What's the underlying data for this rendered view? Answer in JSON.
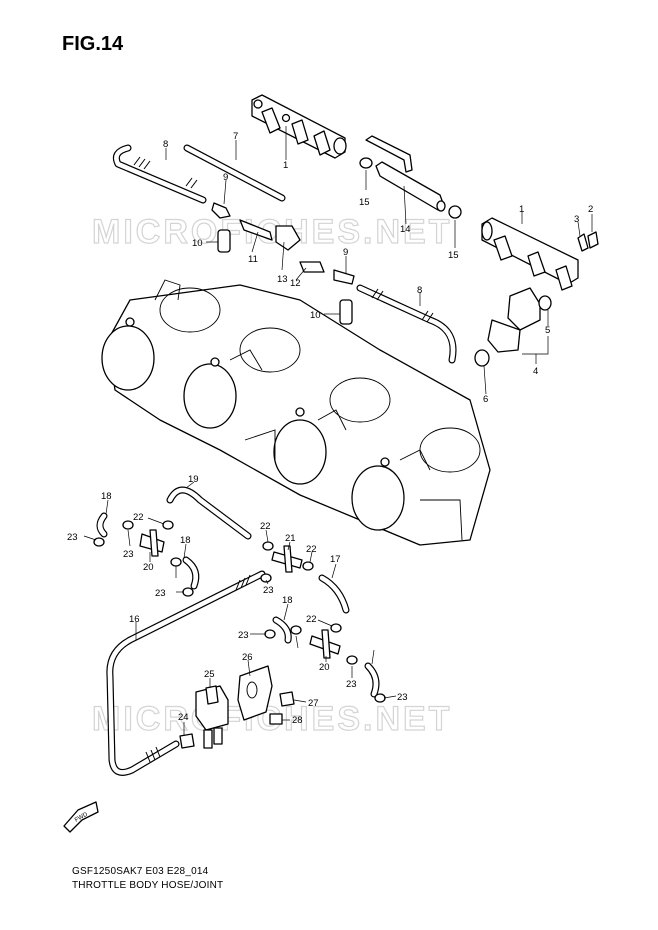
{
  "figure": {
    "title": "FIG.14",
    "model_code": "GSF1250SAK7 E03 E28_014",
    "caption": "THROTTLE BODY HOSE/JOINT"
  },
  "watermark": {
    "text": "MICROFICHES.NET"
  },
  "fwd_label": "FWD",
  "callouts": [
    "1",
    "1",
    "2",
    "3",
    "4",
    "5",
    "6",
    "7",
    "8",
    "8",
    "9",
    "9",
    "10",
    "10",
    "11",
    "12",
    "13",
    "14",
    "15",
    "15",
    "16",
    "17",
    "18",
    "18",
    "18",
    "19",
    "20",
    "20",
    "21",
    "22",
    "22",
    "22",
    "22",
    "23",
    "23",
    "23",
    "23",
    "23",
    "23",
    "23",
    "24",
    "25",
    "26",
    "27",
    "28"
  ]
}
